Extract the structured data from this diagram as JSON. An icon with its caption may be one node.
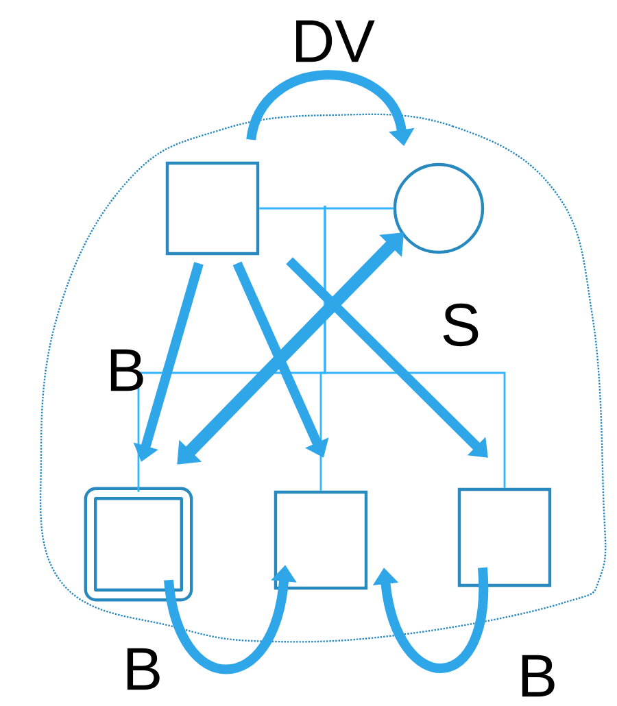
{
  "diagram": {
    "nodes": [
      {
        "text": [],
        "shape": "box"
      },
      {
        "text": [],
        "shape": "circle"
      },
      {
        "text": [],
        "shape": "box"
      },
      {
        "text": [],
        "shape": "box"
      },
      {
        "text": [],
        "shape": "box"
      }
    ],
    "edges": [
      {
        "from": 0,
        "to": 1,
        "arrow": "none",
        "color": "#33b5ff"
      },
      {
        "from": null,
        "to": 2,
        "arrow": "none",
        "color": "#33b5ff"
      },
      {
        "from": null,
        "to": 3,
        "arrow": "none",
        "color": "#33b5ff"
      },
      {
        "from": null,
        "to": 4,
        "arrow": "none",
        "color": "#33b5ff"
      },
      {
        "from": 0,
        "to": 1,
        "arrow": "to",
        "label": "DV"
      },
      {
        "from": 0,
        "to": 2,
        "arrow": "to",
        "label": "B"
      },
      {
        "from": 0,
        "to": 3,
        "arrow": "to"
      },
      {
        "from": 0,
        "to": 4,
        "arrow": "to"
      },
      {
        "from": 1,
        "to": 2,
        "arrow": "both",
        "label": "S"
      },
      {
        "from": 2,
        "to": 3,
        "arrow": "to",
        "label": "B"
      },
      {
        "from": 4,
        "to": 3,
        "arrow": "to",
        "label": "B"
      }
    ]
  }
}
